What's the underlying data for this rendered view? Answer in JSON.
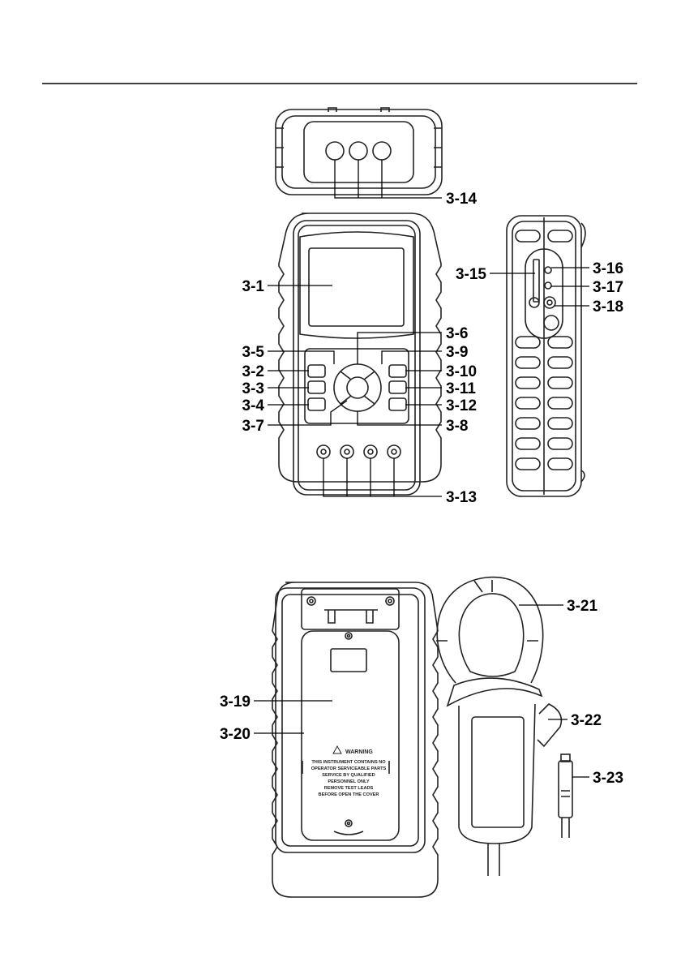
{
  "callouts": {
    "c3_1": "3-1",
    "c3_2": "3-2",
    "c3_3": "3-3",
    "c3_4": "3-4",
    "c3_5": "3-5",
    "c3_6": "3-6",
    "c3_7": "3-7",
    "c3_8": "3-8",
    "c3_9": "3-9",
    "c3_10": "3-10",
    "c3_11": "3-11",
    "c3_12": "3-12",
    "c3_13": "3-13",
    "c3_14": "3-14",
    "c3_15": "3-15",
    "c3_16": "3-16",
    "c3_17": "3-17",
    "c3_18": "3-18",
    "c3_19": "3-19",
    "c3_20": "3-20",
    "c3_21": "3-21",
    "c3_22": "3-22",
    "c3_23": "3-23"
  },
  "warning_label": {
    "title": "WARNING",
    "line1": "THIS INSTRUMENT CONTAINS NO",
    "line2": "OPERATOR SERVICEABLE PARTS",
    "line3": "SERVICE BY QUALIFIED",
    "line4": "PERSONNEL ONLY",
    "line5": "REMOVE TEST LEADS",
    "line6": "BEFORE OPEN THE COVER"
  }
}
